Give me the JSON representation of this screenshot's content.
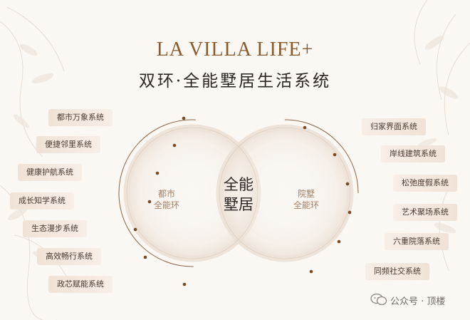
{
  "header": {
    "title_en": "LA VILLA LIFE+",
    "title_cn": "双环·全能墅居生活系统"
  },
  "center": {
    "line1": "全能",
    "line2": "墅居"
  },
  "left_ring": {
    "line1": "都市",
    "line2": "全能环"
  },
  "right_ring": {
    "line1": "院墅",
    "line2": "全能环"
  },
  "left_systems": [
    "都市万象系统",
    "便捷邻里系统",
    "健康护航系统",
    "成长知学系统",
    "生态漫步系统",
    "高效畅行系统",
    "政芯赋能系统"
  ],
  "right_systems": [
    "归家界面系统",
    "岸线建筑系统",
    "松弛度假系统",
    "艺术聚场系统",
    "六重院落系统",
    "同频社交系统"
  ],
  "watermark": {
    "text": "公众号 · 顶楼",
    "icon": "wechat-icon"
  },
  "colors": {
    "accent_brown": "#8a5a2c",
    "dot_color": "#7a4a22",
    "tag_bg": "#f0e2d6",
    "text_dark": "#2b2623"
  }
}
